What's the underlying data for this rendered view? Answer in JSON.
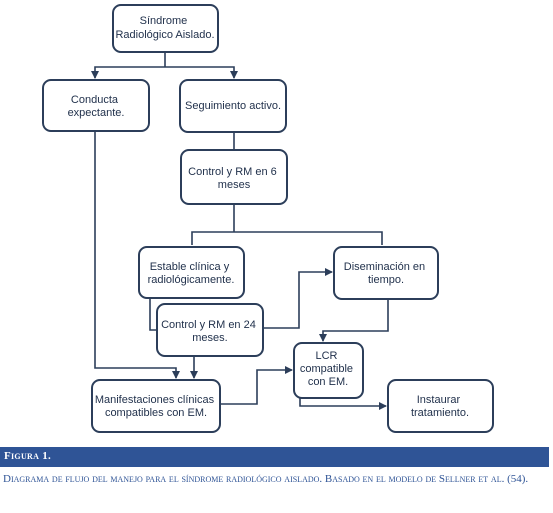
{
  "nodes": {
    "sindrome": {
      "lines": [
        "Síndrome",
        "Radiológico Aislado."
      ]
    },
    "conducta": {
      "lines": [
        "Conducta",
        "expectante."
      ]
    },
    "seguimiento": {
      "lines": [
        "Seguimiento activo."
      ]
    },
    "control6": {
      "lines": [
        "Control y RM en 6",
        "meses"
      ]
    },
    "estable": {
      "lines": [
        "Estable clínica y",
        "radiológicamente."
      ]
    },
    "diseminacion": {
      "lines": [
        "Diseminación en",
        "tiempo."
      ]
    },
    "control24": {
      "lines": [
        "Control y RM en 24",
        "meses."
      ]
    },
    "lcr": {
      "lines": [
        "LCR",
        "compatible",
        "con EM."
      ]
    },
    "manifestaciones": {
      "lines": [
        "Manifestaciones clínicas",
        "compatibles con EM."
      ]
    },
    "instaurar": {
      "lines": [
        "Instaurar",
        "tratamiento."
      ]
    }
  },
  "caption": {
    "label": "Figura 1.",
    "text": "Diagrama de flujo del manejo para el síndrome radiológico aislado. Basado en el modelo de Sellner et al. (54)."
  }
}
